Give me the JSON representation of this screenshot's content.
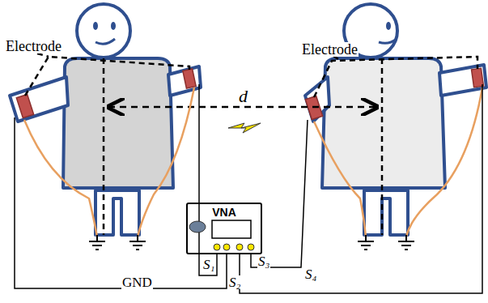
{
  "diagram": {
    "nodes": [
      {
        "text": [
          "VNA"
        ]
      }
    ],
    "labels": [
      "Electrode",
      "Electrode",
      "d",
      "S₁",
      "S₂",
      "S₃",
      "S₄",
      "GND"
    ]
  }
}
